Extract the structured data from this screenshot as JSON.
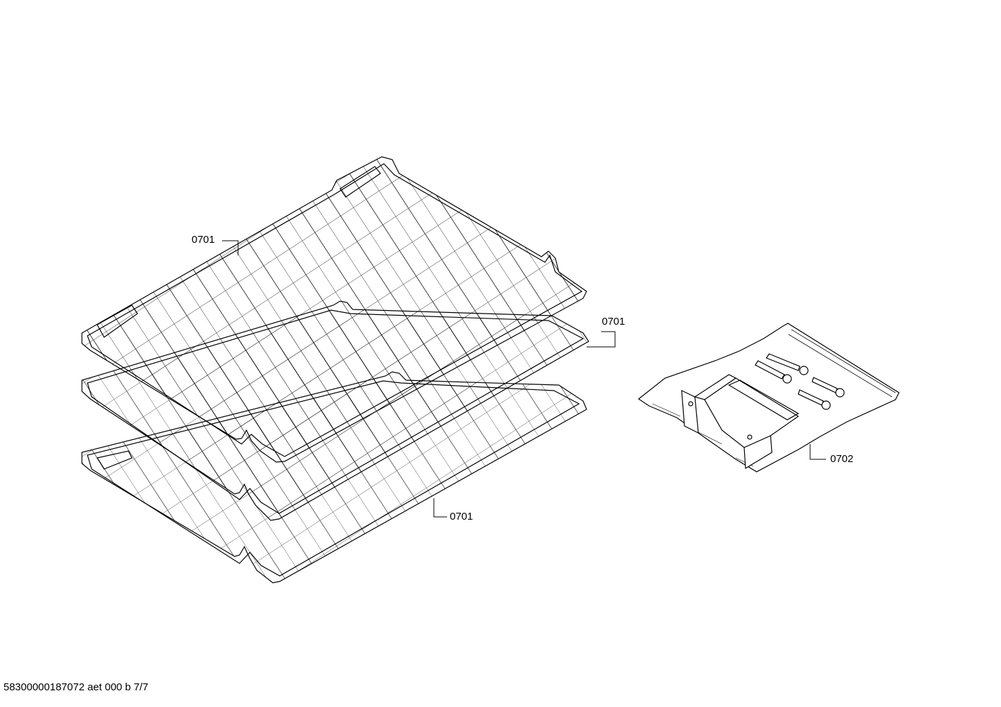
{
  "diagram": {
    "parts": [
      {
        "id": "rack-top",
        "callout": "0701"
      },
      {
        "id": "rack-middle",
        "callout": "0701"
      },
      {
        "id": "rack-bottom",
        "callout": "0701"
      },
      {
        "id": "mounting-kit-bag",
        "callout": "0702"
      }
    ],
    "footer": "58300000187072 aet 000 b 7/7"
  },
  "colors": {
    "line": "#000000",
    "background": "#ffffff"
  }
}
